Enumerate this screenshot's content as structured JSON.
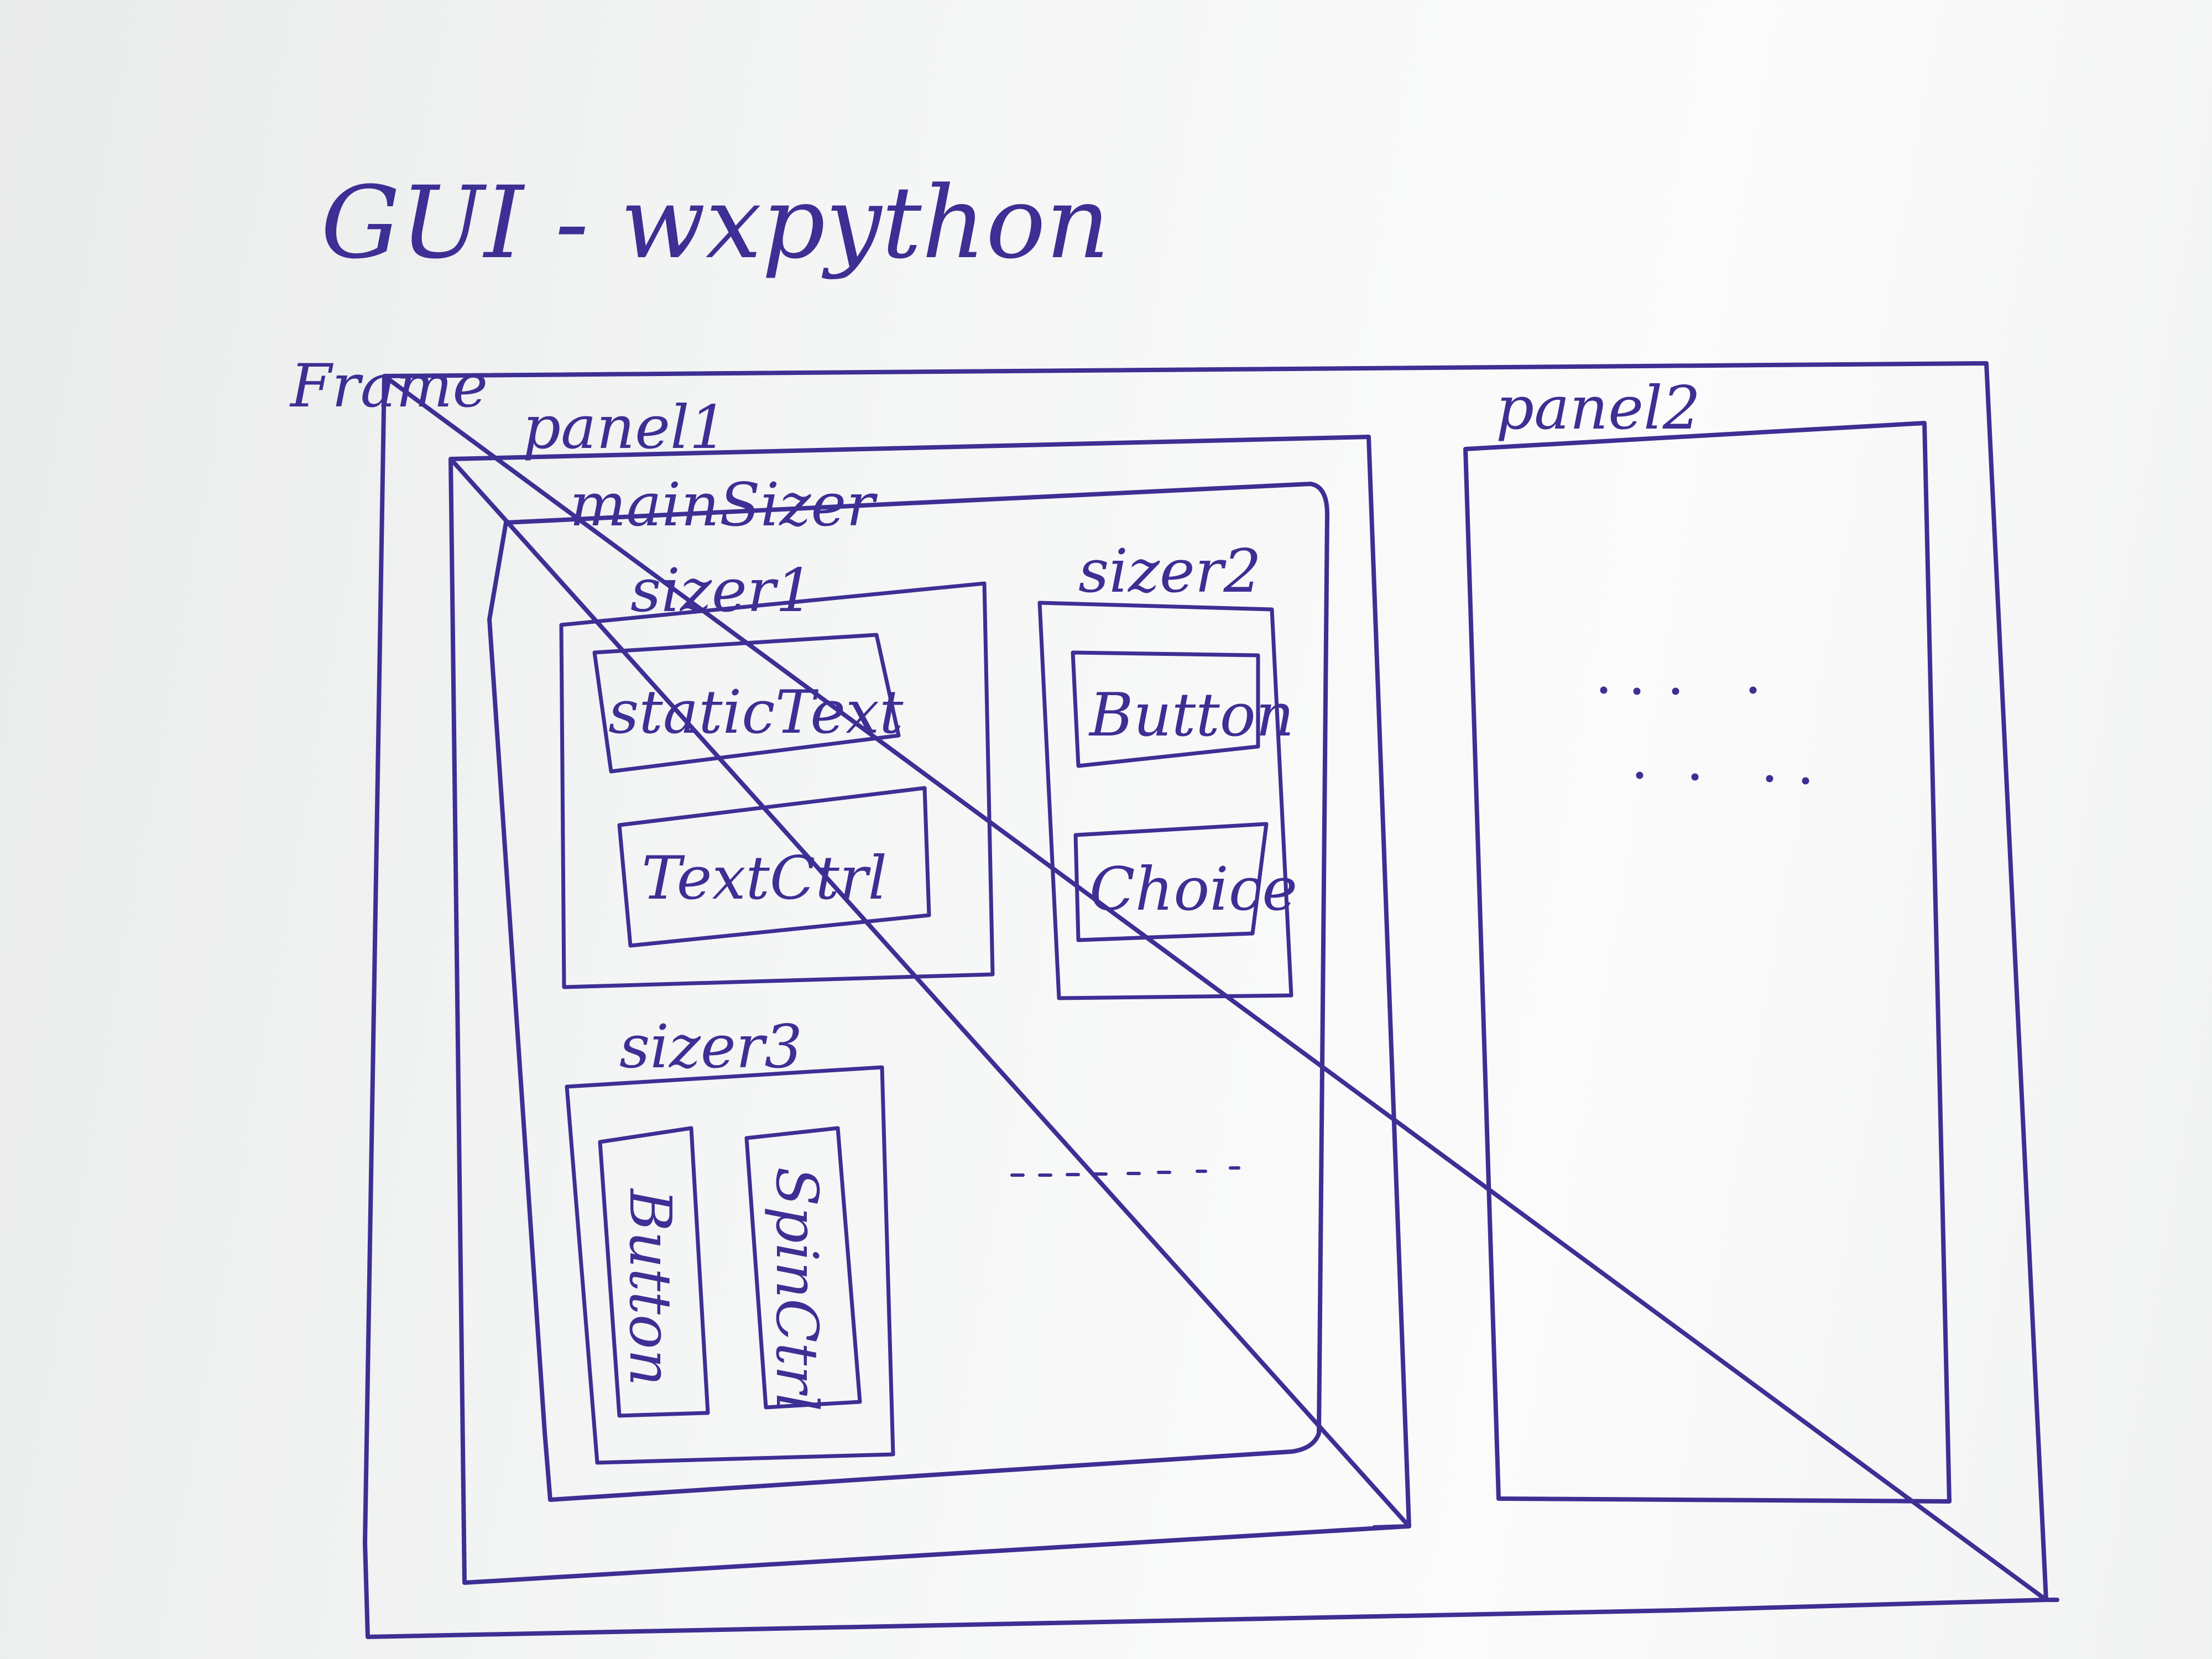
{
  "title": "GUI - wxpython",
  "ink_color": "#3d2f94",
  "paper_color": "#f4f5f5",
  "labels": {
    "frame": "Frame",
    "panel1": "panel1",
    "panel2": "panel2",
    "main_sizer": "mainSizer",
    "sizer1": "sizer1",
    "sizer2": "sizer2",
    "sizer3": "sizer3",
    "static_text": "staticText",
    "text_ctrl": "TextCtrl",
    "sizer2_button": "Button",
    "choice": "Choice",
    "sizer3_button": "Button",
    "spin_ctrl": "SpinCtrl"
  }
}
